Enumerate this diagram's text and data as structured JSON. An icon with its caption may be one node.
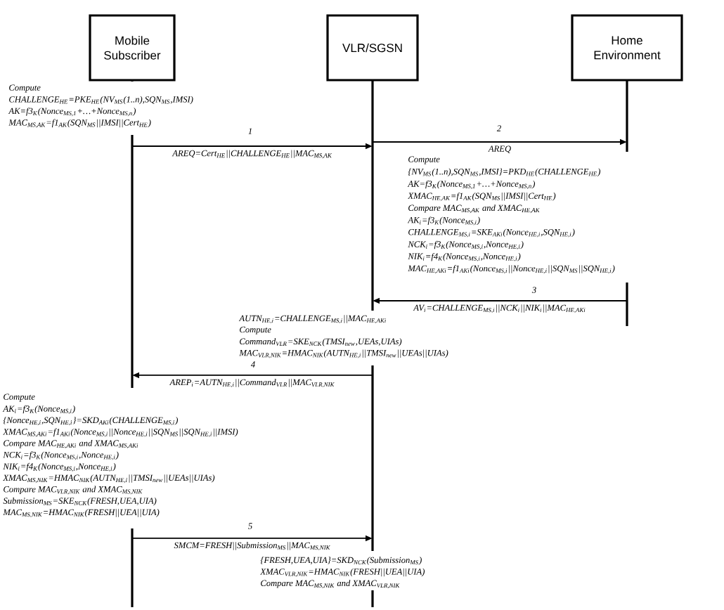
{
  "diagram": {
    "nodes": [
      {
        "text": [
          "Mobile Subscriber"
        ]
      },
      {
        "text": [
          "VLR/SGSN"
        ]
      },
      {
        "text": [
          "Home Environment"
        ]
      }
    ],
    "edges": [
      {
        "from": 0,
        "to": 1,
        "arrow": "to",
        "label": "AREQ=Cert$_{HE}$||CHALLENGE$_{HE}$||MAC$_{MS,AK}$"
      },
      {
        "from": 1,
        "to": 2,
        "arrow": "to",
        "label": "AREQ"
      },
      {
        "from": 2,
        "to": 1,
        "arrow": "to",
        "label": "AV$_{i}$=CHALLENGE$_{MS,i}$||NCK$_{i}$||NIK$_{i}$||MAC$_{HE,AKi}$"
      },
      {
        "from": 1,
        "to": 0,
        "arrow": "to",
        "label": "AREP$_{i}$=AUTN$_{HE,i}$||Command$_{VLR}$||MAC$_{VLR,NIK}$"
      },
      {
        "from": 0,
        "to": 1,
        "arrow": "to",
        "label": "SMCM=FRESH||Submission$_{MS}$||MAC$_{MS,NIK}$"
      }
    ],
    "labels": [
      "Compute",
      "CHALLENGE$_{HE}$=PKE$_{HE}$(NV$_{MS}$(1..n),SQN$_{MS}$,IMSI)",
      "AK=f3$_{K}$(Nonce$_{MS,1}$+…+Nonce$_{MS,n}$)",
      "MAC$_{MS,AK}$=f1$_{AK}$(SQN$_{MS}$||IMSI||Cert$_{HE}$)",
      "1",
      "2",
      "Compute",
      "{NV$_{MS}$(1..n),SQN$_{MS}$,IMSI}=PKD$_{HE}$(CHALLENGE$_{HE}$)",
      "AK=f3$_{K}$(Nonce$_{MS,1}$+…+Nonce$_{MS,n}$)",
      "XMAC$_{HE,AK}$=f1$_{AK}$(SQN$_{MS}$||IMSI||Cert$_{HE}$)",
      "Compare MAC$_{MS,AK}$ and XMAC$_{HE,AK}$",
      "AK$_{i}$=f3$_{K}$(Nonce$_{MS,i}$)",
      "CHALLENGE$_{MS,i}$=SKE$_{AKi}$(Nonce$_{HE,i}$,SQN$_{HE,i}$)",
      "NCK$_{i}$=f3$_{K}$(Nonce$_{MS,i}$,Nonce$_{HE,i}$)",
      "NIK$_{i}$=f4$_{K}$(Nonce$_{MS,i}$,Nonce$_{HE,i}$)",
      "MAC$_{HE,AKi}$=f1$_{AKi}$(Nonce$_{MS,i}$||Nonce$_{HE,i}$||SQN$_{MS}$||SQN$_{HE,i}$)",
      "3",
      "AUTN$_{HE,i}$=CHALLENGE$_{MS,i}$||MAC$_{HE,AKi}$",
      "Compute",
      "Command$_{VLR}$=SKE$_{NCK}$(TMSI$_{new}$,UEAs,UIAs)",
      "MAC$_{VLR,NIK}$=HMAC$_{NIK}$(AUTN$_{HE,i}$||TMSI$_{new}$||UEAs||UIAs)",
      "4",
      "Compute",
      "AK$_{i}$=f3$_{K}$(Nonce$_{MS,i}$)",
      "{Nonce$_{HE,i}$,SQN$_{HE,i}$}=SKD$_{AKi}$(CHALLENGE$_{MS,i}$)",
      "XMAC$_{MS,AKi}$=f1$_{AKi}$(Nonce$_{MS,i}$||Nonce$_{HE,i}$||SQN$_{MS}$||SQN$_{HE,i}$||IMSI)",
      "Compare MAC$_{HE,AKi}$ and XMAC$_{MS,AKi}$",
      "NCK$_{i}$=f3$_{K}$(Nonce$_{MS,i}$,Nonce$_{HE,i}$)",
      "NIK$_{i}$=f4$_{K}$(Nonce$_{MS,i}$,Nonce$_{HE,i}$)",
      "XMAC$_{MS,NIK}$=HMAC$_{NIK}$(AUTN$_{HE,i}$||TMSI$_{new}$||UEAs||UIAs)",
      "Compare MAC$_{VLR,NIK}$ and XMAC$_{MS,NIK}$",
      "Submission$_{MS}$=SKE$_{NCK}$(FRESH,UEA,UIA)",
      "MAC$_{MS,NIK}$=HMAC$_{NIK}$(FRESH||UEA||UIA)",
      "5",
      "{FRESH,UEA,UIA}=SKD$_{NCK}$(Submission$_{MS}$)",
      "XMAC$_{VLR,NIK}$=HMAC$_{NIK}$(FRESH||UEA||UIA)",
      "Compare MAC$_{MS,NIK}$ and XMAC$_{VLR,NIK}$"
    ]
  }
}
